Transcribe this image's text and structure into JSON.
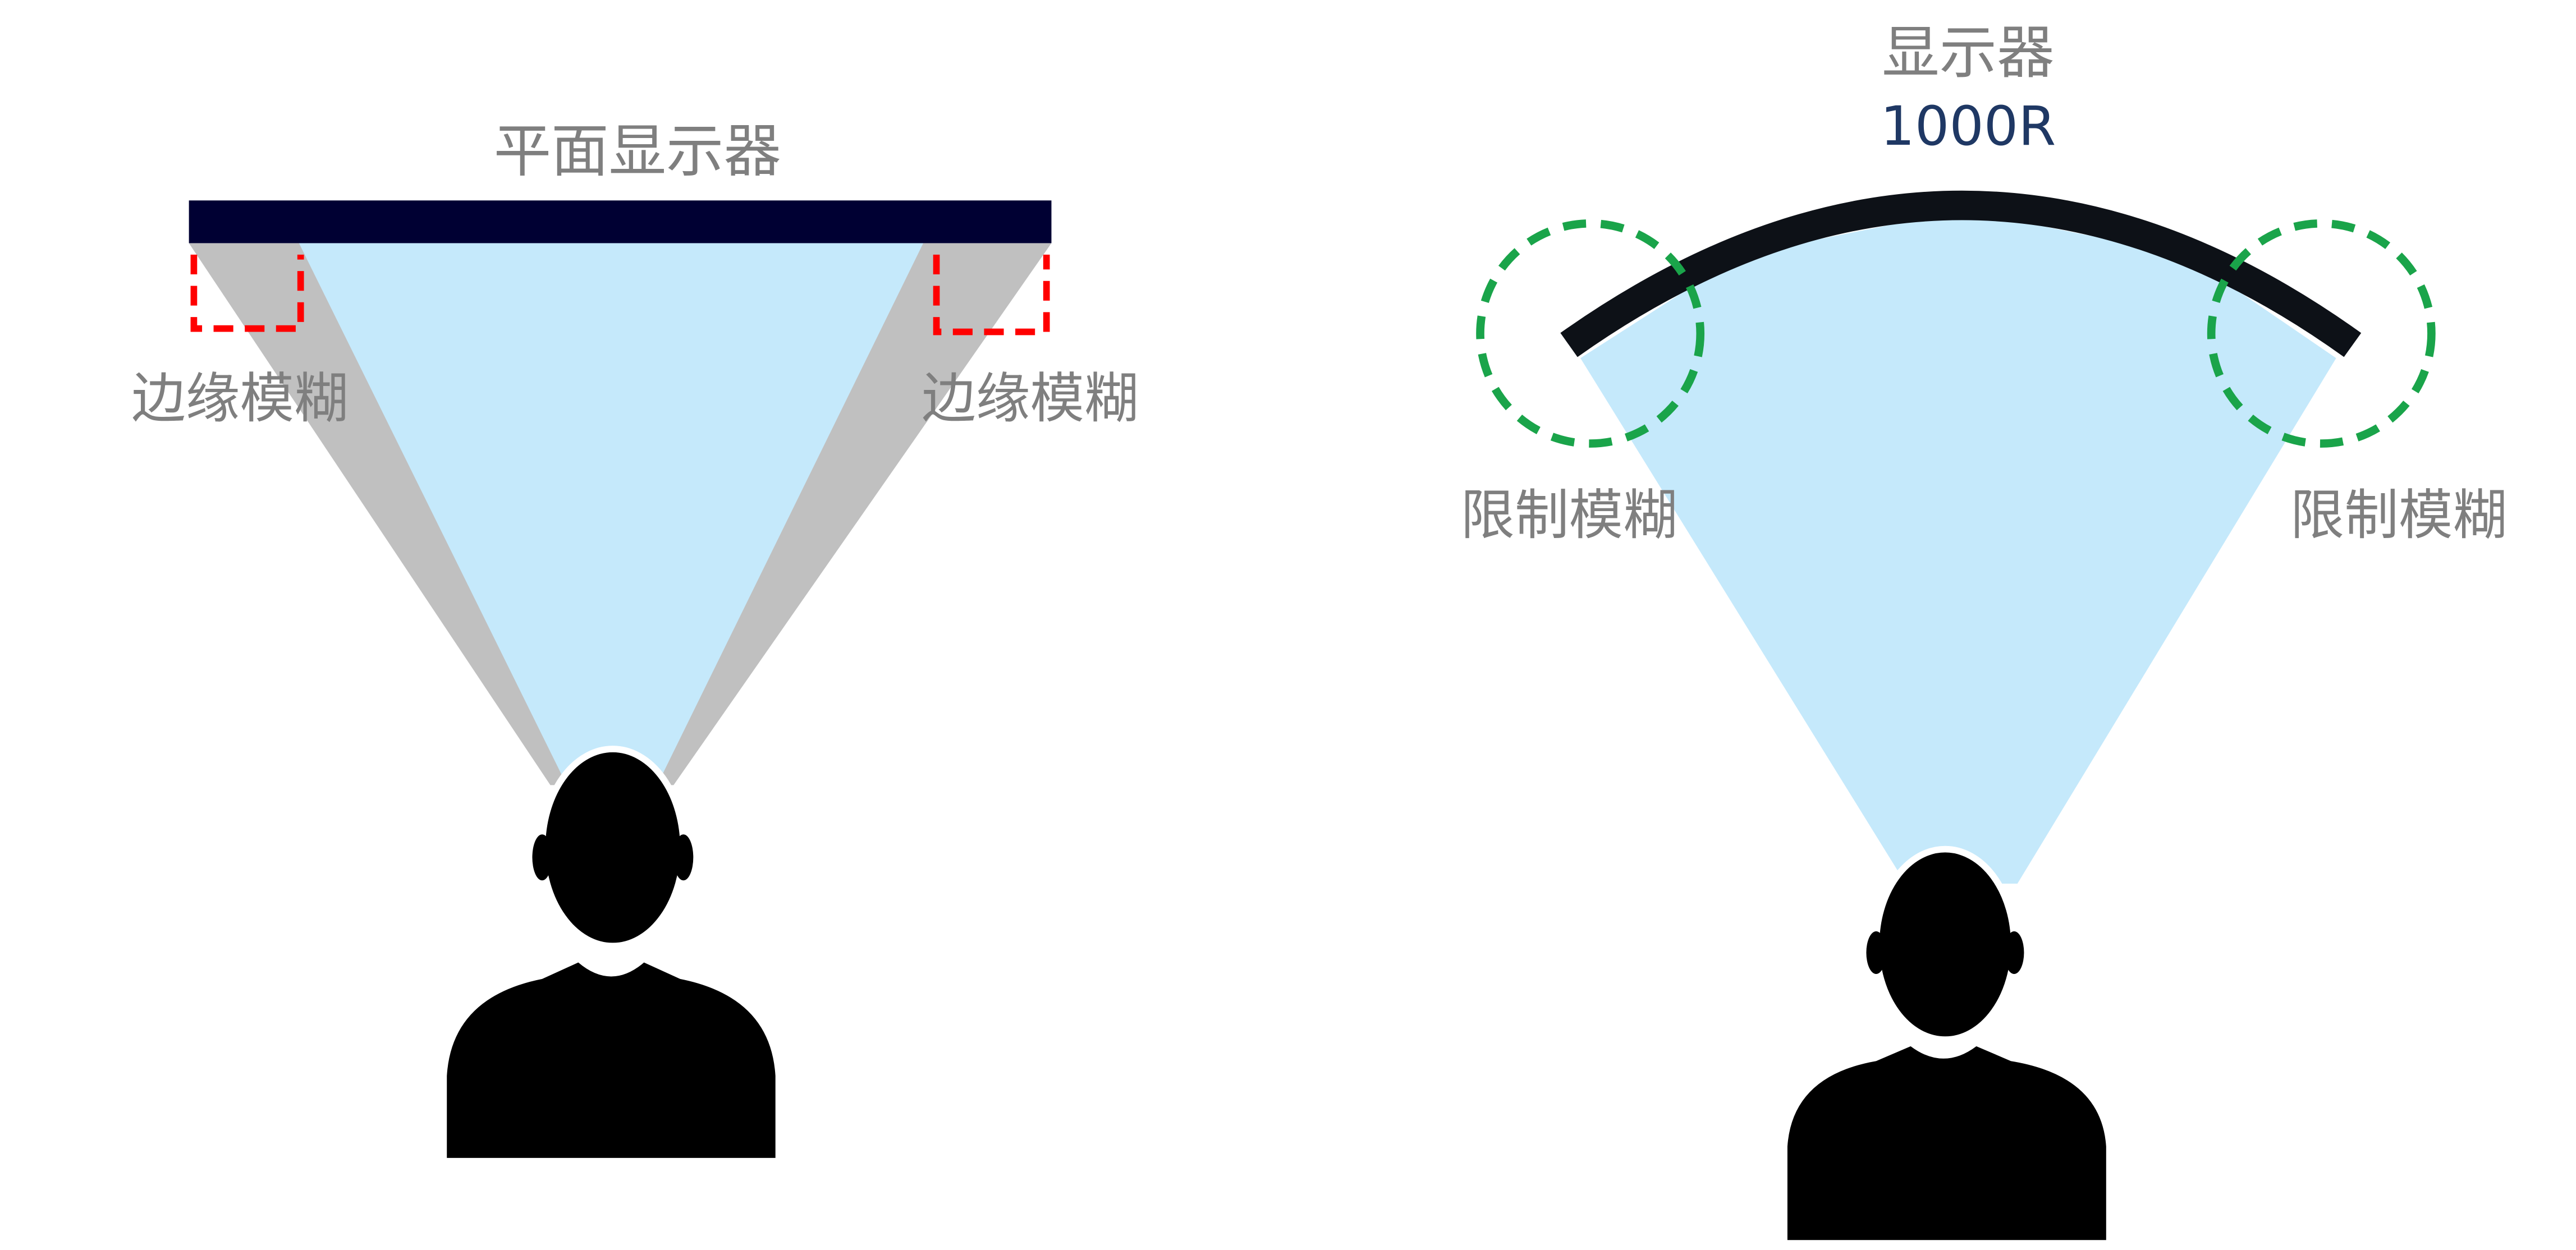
{
  "flat": {
    "title": "平面显示器",
    "left_label": "边缘模糊",
    "right_label": "边缘模糊"
  },
  "curved": {
    "title": "显示器",
    "curvature": "1000R",
    "left_label": "限制模糊",
    "right_label": "限制模糊"
  },
  "colors": {
    "flat_bar": "#000033",
    "curved_bar": "#0d1117",
    "view_cone": "#c5e9fb",
    "blur_zone": "#c0c0c0",
    "red_marker": "#ff0000",
    "green_marker": "#1aa44a"
  }
}
